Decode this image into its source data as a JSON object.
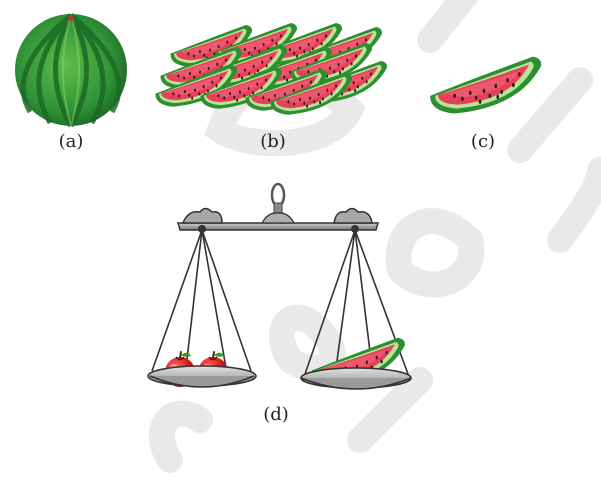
{
  "captions": {
    "a": "(a)",
    "b": "(b)",
    "c": "(c)",
    "d": "(d)"
  },
  "colors": {
    "melon_dark": "#1f7a2a",
    "melon_mid": "#3ea23c",
    "melon_light": "#7cc95a",
    "flesh": "#e8405a",
    "flesh_light": "#f47286",
    "rind": "#2d8f2f",
    "rind_light": "#b9e39a",
    "seed": "#2a1a1a",
    "apple": "#d81f1f",
    "apple_dark": "#9e1010",
    "scale_metal": "#8d8d8d",
    "scale_dark": "#3a3a3a",
    "pan": "#b9b9b9",
    "watermark": "#e6e6e6"
  },
  "icons": {
    "a": "whole-watermelon-icon",
    "b": "watermelon-slices-pile-icon",
    "c": "watermelon-slice-icon",
    "d": "balance-scale-icon"
  }
}
